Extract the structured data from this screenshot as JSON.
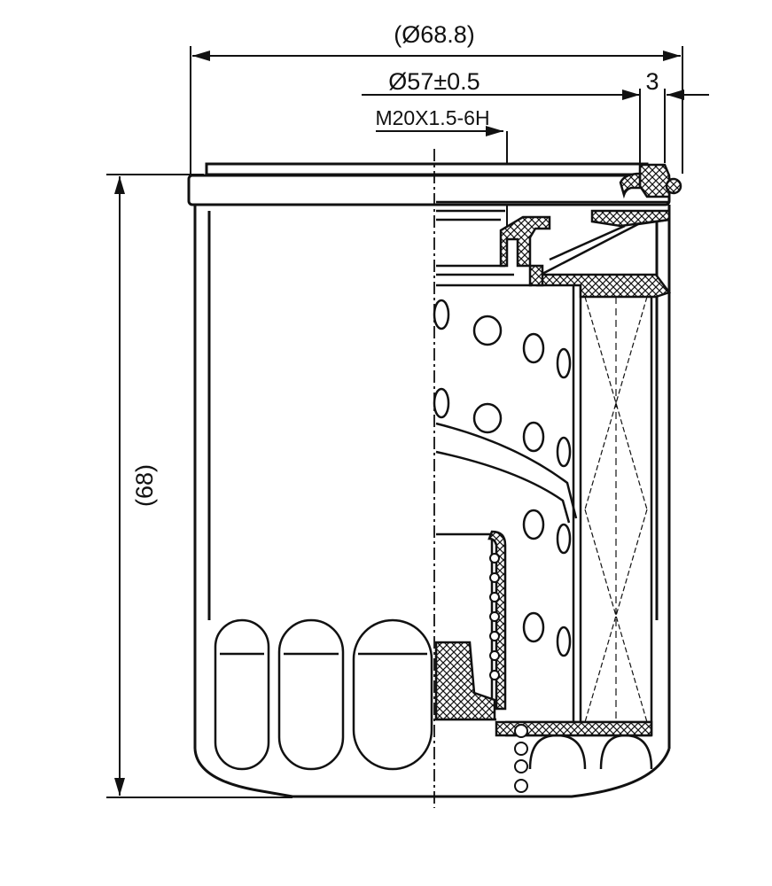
{
  "drawing": {
    "dimensions": {
      "overall_diameter": "(Ø68.8)",
      "gasket_diameter": "Ø57±0.5",
      "gasket_width": "3",
      "thread": "M20X1.5-6H",
      "overall_height": "(68)"
    }
  }
}
